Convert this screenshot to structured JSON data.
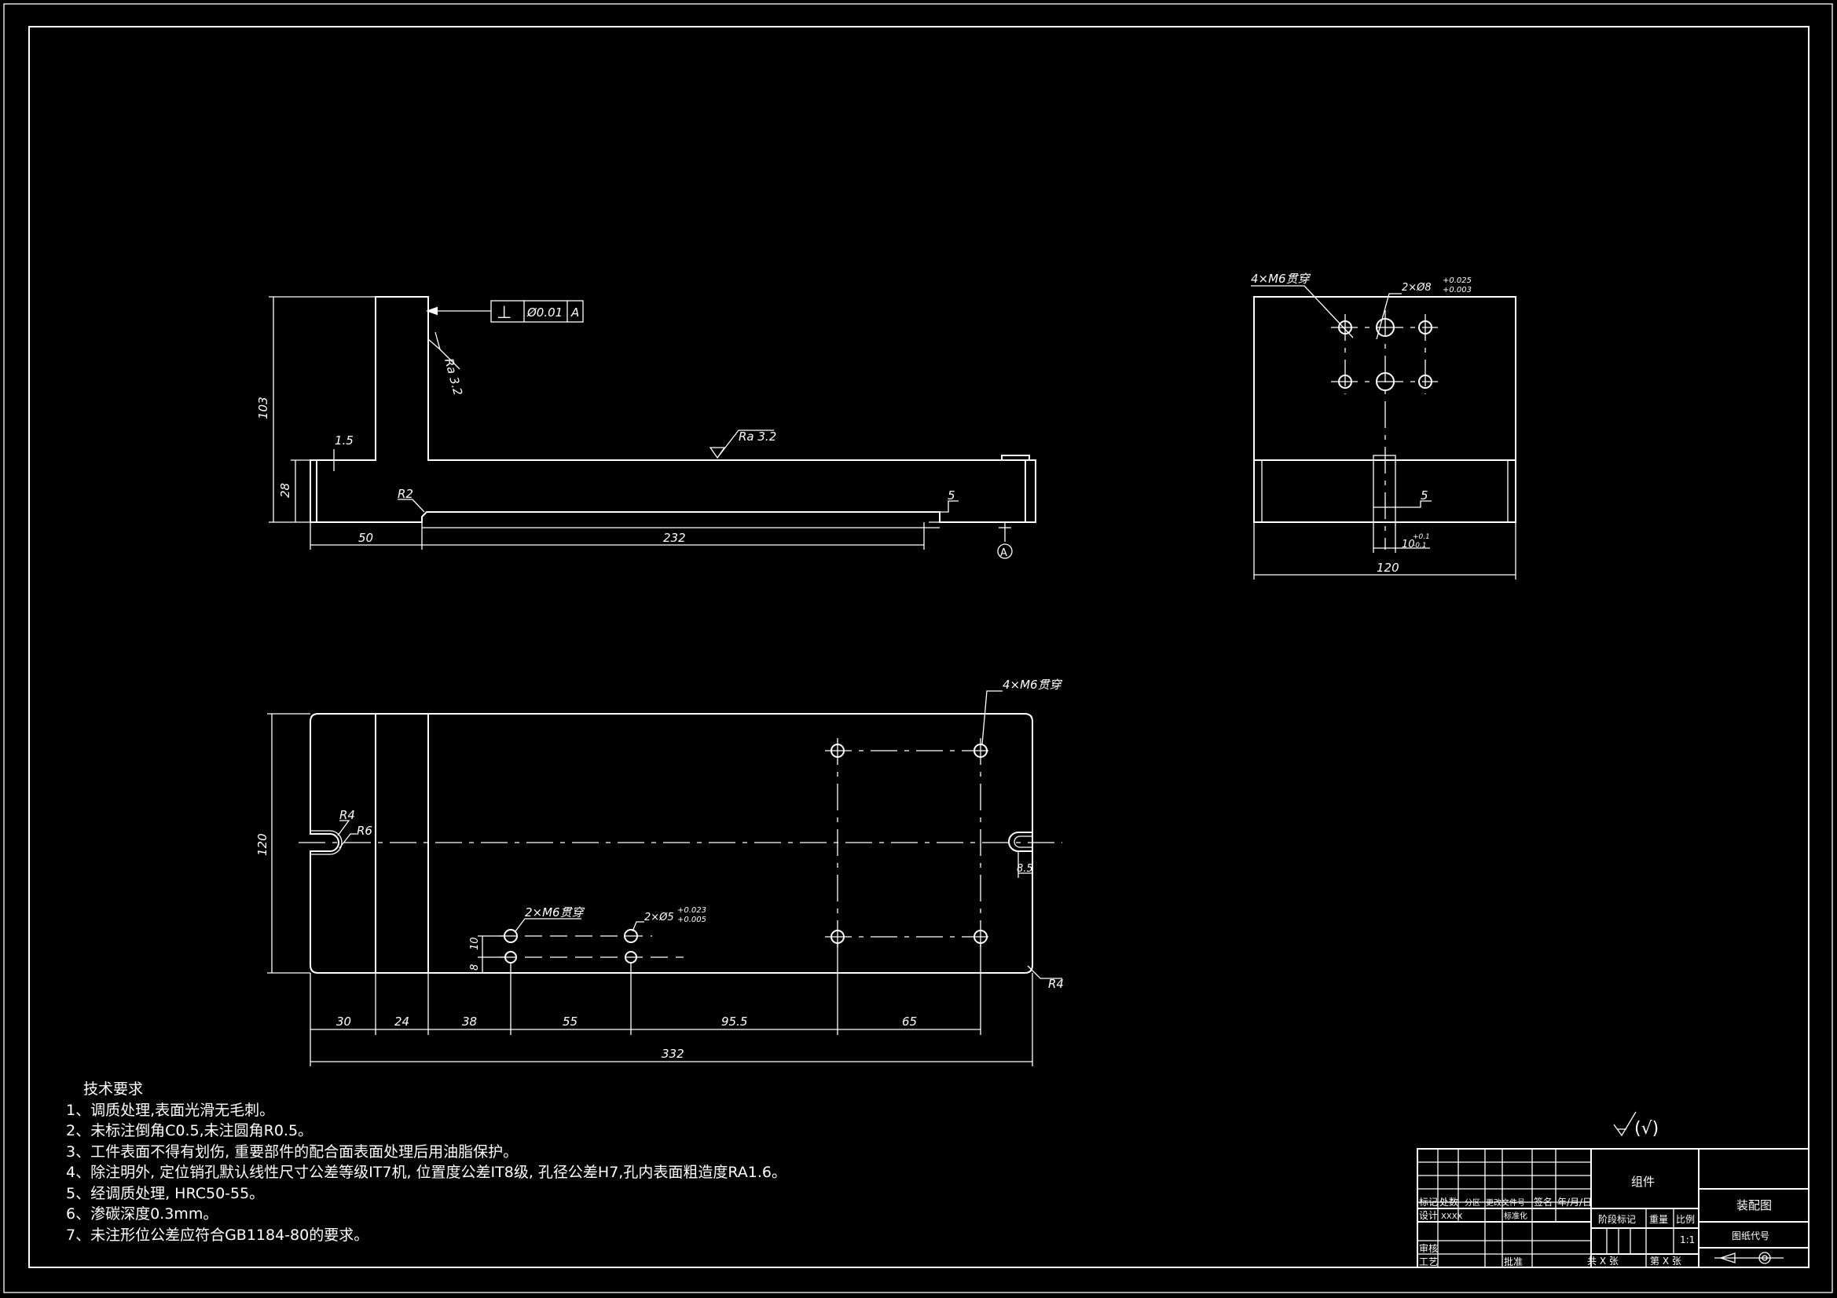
{
  "front_view": {
    "gdt": {
      "symbol": "⊥",
      "tolerance": "Ø0.01",
      "datum": "A"
    },
    "roughness_1": "Ra 3.2",
    "roughness_2": "Ra 3.2",
    "dims": {
      "h103": "103",
      "h28": "28",
      "d15": "1.5",
      "r2": "R2",
      "l50": "50",
      "l232": "232",
      "d5": "5",
      "datum_mark": "A"
    }
  },
  "side_view": {
    "holes_label": "4×M6贯穿",
    "pin_label": "2×Ø8",
    "pin_tol_upper": "+0.025",
    "pin_tol_lower": "+0.003",
    "d5": "5",
    "d10": "10",
    "d10_tol_upper": "+0.1",
    "d10_tol_lower": "-0.1",
    "width": "120"
  },
  "top_view": {
    "holes_label": "4×M6贯穿",
    "holes2_label": "2×M6贯穿",
    "pin_label": "2×Ø5",
    "pin_tol_upper": "+0.023",
    "pin_tol_lower": "+0.005",
    "r4a": "R4",
    "r6": "R6",
    "r4b": "R4",
    "h120": "120",
    "d10": "10",
    "d8": "8",
    "d85": "8.5",
    "dims": [
      "30",
      "24",
      "38",
      "55",
      "95.5",
      "65"
    ],
    "total": "332"
  },
  "notes": {
    "title": "技术要求",
    "items": [
      "1、调质处理,表面光滑无毛刺。",
      "2、未标注倒角C0.5,未注圆角R0.5。",
      "3、工件表面不得有划伤, 重要部件的配合面表面处理后用油脂保护。",
      "4、除注明外, 定位销孔默认线性尺寸公差等级IT7机, 位置度公差IT8级, 孔径公差H7,孔内表面粗造度RA1.6。",
      "5、经调质处理, HRC50-55。",
      "6、渗碳深度0.3mm。",
      "7、未注形位公差应符合GB1184-80的要求。"
    ]
  },
  "roughness_general": "(√)",
  "title_block": {
    "part_name": "组件",
    "drawing_type": "装配图",
    "drawing_code": "图纸代号",
    "headers": [
      "标记",
      "处数",
      "分区",
      "更改文件号",
      "签名",
      "年/月/日"
    ],
    "design": "设计",
    "designer": "XXXX",
    "standard": "标准化",
    "review": "审核",
    "process": "工艺",
    "approve": "批准",
    "stage": "阶段标记",
    "weight": "重量",
    "scale_label": "比例",
    "scale": "1:1",
    "sheets_total": "共 X 张",
    "sheet_no": "第 X 张"
  }
}
